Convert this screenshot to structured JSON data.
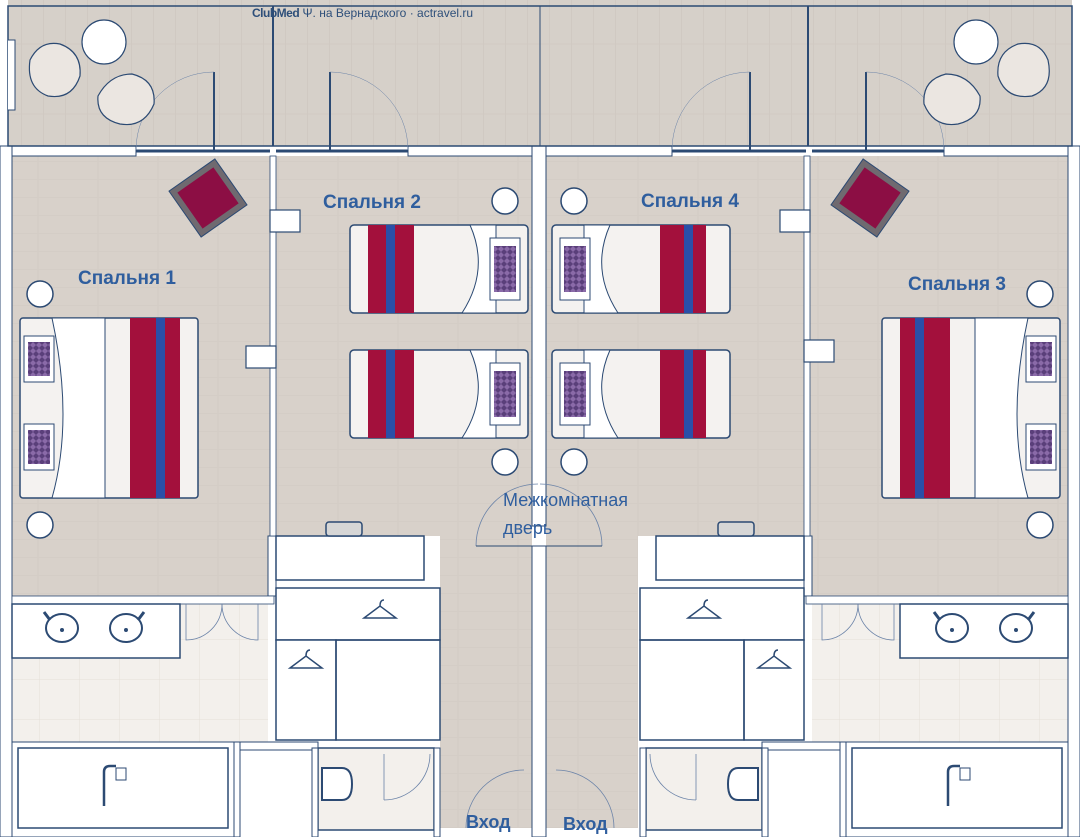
{
  "header": {
    "brand": "ClubMed",
    "caption": "на Вернадского · actravel.ru"
  },
  "rooms": {
    "bedroom_1": "Спальня 1",
    "bedroom_2": "Спальня 2",
    "bedroom_3": "Спальня 3",
    "bedroom_4": "Спальня 4"
  },
  "doors": {
    "connecting_line1": "Межкомнатная",
    "connecting_line2": "дверь",
    "entrance_left": "Вход",
    "entrance_right": "Вход"
  },
  "colors": {
    "wall": "#ffffff",
    "outline": "#2c4a73",
    "floor": "#d9d2cb",
    "balcony": "#d6d0c9",
    "bath": "#f4f1ed",
    "crimson": "#a3103c",
    "royal": "#2a4fa8",
    "text": "#2f5e9e"
  }
}
